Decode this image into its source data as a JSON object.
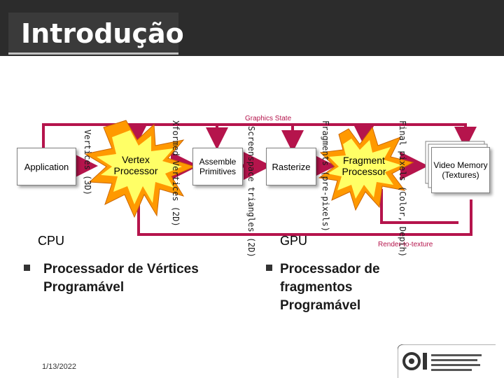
{
  "slide": {
    "title": "Introdução",
    "date": "1/13/2022"
  },
  "diagram": {
    "graphics_state": "Graphics State",
    "application": "Application",
    "vertex_processor": "Vertex Processor",
    "assemble_primitives": "Assemble Primitives",
    "rasterize": "Rasterize",
    "fragment_processor": "Fragment Processor",
    "video_memory": "Video Memory (Textures)",
    "label_vertices_3d": "Vertices (3D)",
    "label_xformed_vertices": "Xformed Vertices (2D)",
    "label_screenspace_triangles": "Screenspace triangles (2D)",
    "label_fragments": "Fragments (pre-pixels)",
    "label_final_pixels": "Final pixels (Color, Depth)",
    "cpu": "CPU",
    "gpu": "GPU",
    "render_to_texture": "Render-to-texture"
  },
  "bullets": {
    "left": "Processador de Vértices Programável",
    "right": "Processador de fragmentos Programável"
  },
  "colors": {
    "arrow": "#b5144c",
    "star_fill": "#ffff66",
    "star_outer": "#ff9900",
    "title_bar": "#2c2c2c"
  }
}
